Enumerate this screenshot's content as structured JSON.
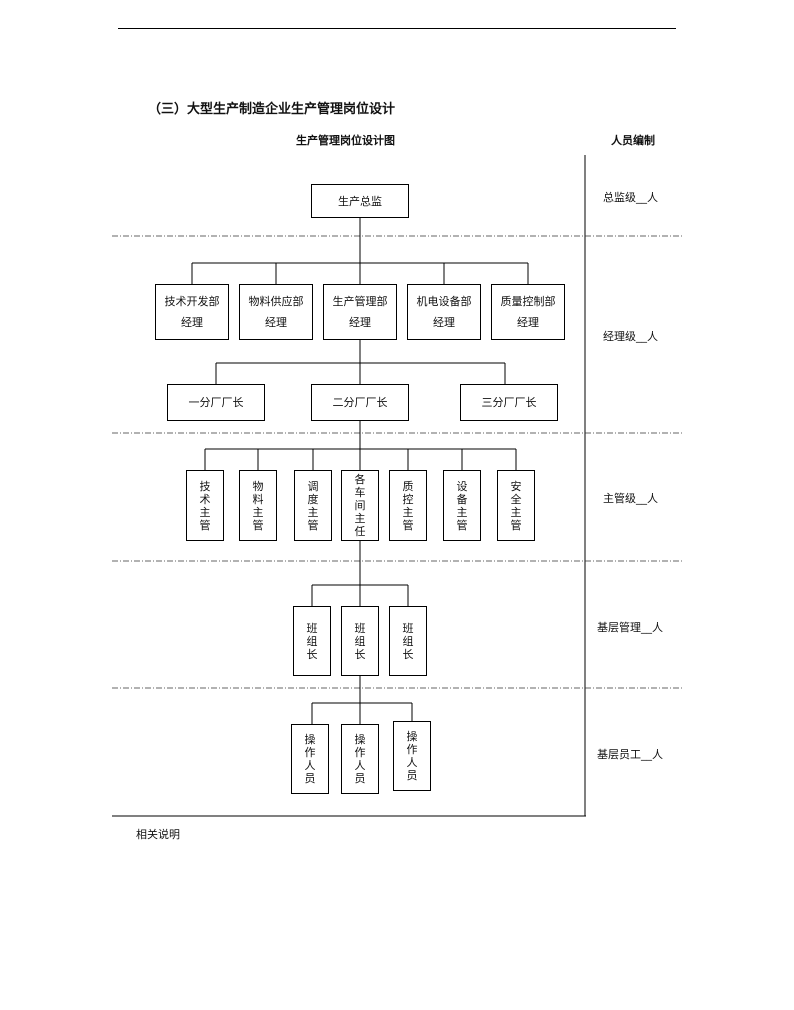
{
  "heading": "（三）大型生产制造企业生产管理岗位设计",
  "chart_title": "生产管理岗位设计图",
  "staffing_title": "人员编制",
  "levels": [
    {
      "label": "总监级__人"
    },
    {
      "label": "经理级__人"
    },
    {
      "label": "主管级__人"
    },
    {
      "label": "基层管理__人"
    },
    {
      "label": "基层员工__人"
    }
  ],
  "director": {
    "label": "生产总监"
  },
  "managers": [
    {
      "line1": "技术开发部",
      "line2": "经理"
    },
    {
      "line1": "物料供应部",
      "line2": "经理"
    },
    {
      "line1": "生产管理部",
      "line2": "经理"
    },
    {
      "line1": "机电设备部",
      "line2": "经理"
    },
    {
      "line1": "质量控制部",
      "line2": "经理"
    }
  ],
  "plant_heads": [
    {
      "label": "一分厂厂长"
    },
    {
      "label": "二分厂厂长"
    },
    {
      "label": "三分厂厂长"
    }
  ],
  "supervisors": [
    {
      "label": "技术主管"
    },
    {
      "label": "物料主管"
    },
    {
      "label": "调度主管"
    },
    {
      "label": "各车间主任"
    },
    {
      "label": "质控主管"
    },
    {
      "label": "设备主管"
    },
    {
      "label": "安全主管"
    }
  ],
  "team_leaders": [
    {
      "label": "班组长"
    },
    {
      "label": "班组长"
    },
    {
      "label": "班组长"
    }
  ],
  "operators": [
    {
      "label": "操作人员"
    },
    {
      "label": "操作人员"
    },
    {
      "label": "操作人员"
    }
  ],
  "notes": "相关说明"
}
